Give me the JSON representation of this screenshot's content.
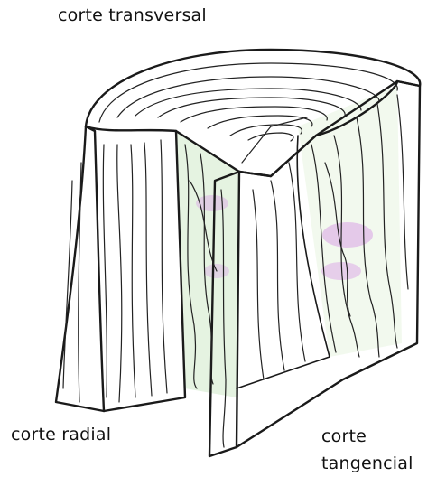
{
  "labels": {
    "transversal": "corte transversal",
    "radial": "corte radial",
    "tangencial_line1": "corte",
    "tangencial_line2": "tangencial"
  },
  "colors": {
    "ink": "#1a1a1a",
    "tint_green": "#b9e0b0",
    "tint_purple": "#d7a8e0",
    "background": "#ffffff"
  }
}
